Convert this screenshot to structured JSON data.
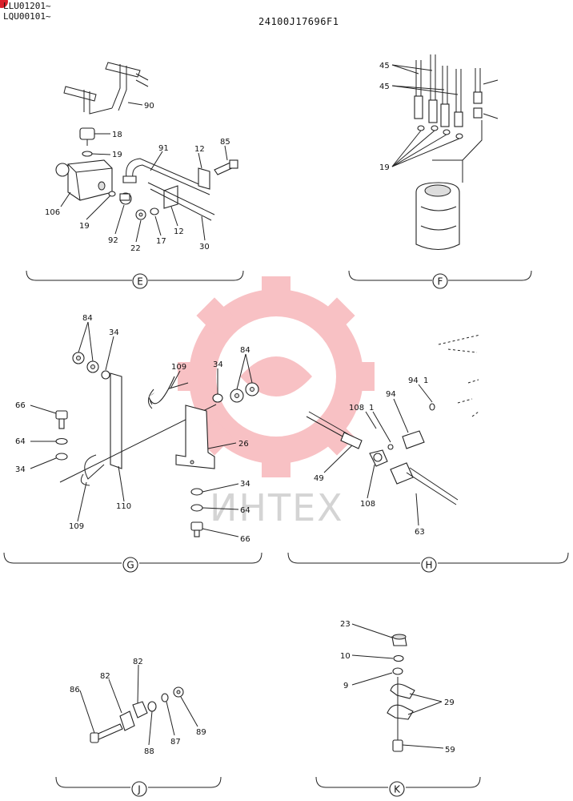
{
  "header": {
    "serial_line_1": "LLU01201~",
    "serial_line_2": "LQU00101~",
    "document_number": "24100J17696F1"
  },
  "watermark": {
    "text": "ИНТЕХ",
    "color": "#e8232e"
  },
  "sections": {
    "E": {
      "letter": "E",
      "callouts": [
        "90",
        "18",
        "19",
        "91",
        "12",
        "85",
        "106",
        "19",
        "92",
        "22",
        "17",
        "12",
        "30"
      ]
    },
    "F": {
      "letter": "F",
      "callouts": [
        "45",
        "45",
        "19"
      ]
    },
    "G": {
      "letter": "G",
      "callouts": [
        "84",
        "34",
        "109",
        "34",
        "84",
        "66",
        "64",
        "34",
        "26",
        "110",
        "109",
        "34",
        "64",
        "66"
      ]
    },
    "H": {
      "letter": "H",
      "callouts": [
        "108",
        "1",
        "94",
        "94",
        "1",
        "49",
        "108",
        "63"
      ]
    },
    "J": {
      "letter": "J",
      "callouts": [
        "82",
        "82",
        "86",
        "89",
        "87",
        "88"
      ]
    },
    "K": {
      "letter": "K",
      "callouts": [
        "23",
        "10",
        "9",
        "29",
        "59"
      ]
    }
  }
}
